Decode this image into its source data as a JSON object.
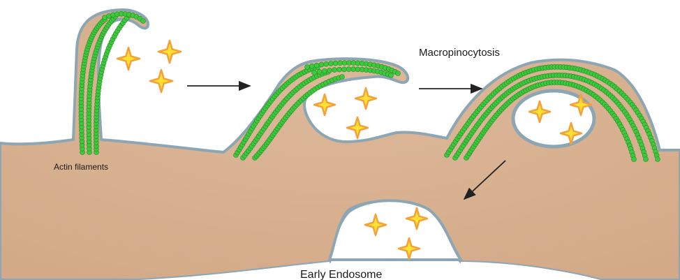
{
  "labels": {
    "actin": "Actin filaments",
    "process": "Macropinocytosis",
    "endosome": "Early Endosome"
  },
  "colors": {
    "cytoplasm": "#d9b394",
    "membrane": "#8da6b4",
    "actin_fill": "#3ec83e",
    "actin_stroke": "#1e8a1e",
    "cargo_fill": "#ffe033",
    "cargo_stroke": "#f3a23a",
    "arrow": "#222222"
  },
  "icons": [
    "cargo-star-icon",
    "arrow-icon"
  ]
}
